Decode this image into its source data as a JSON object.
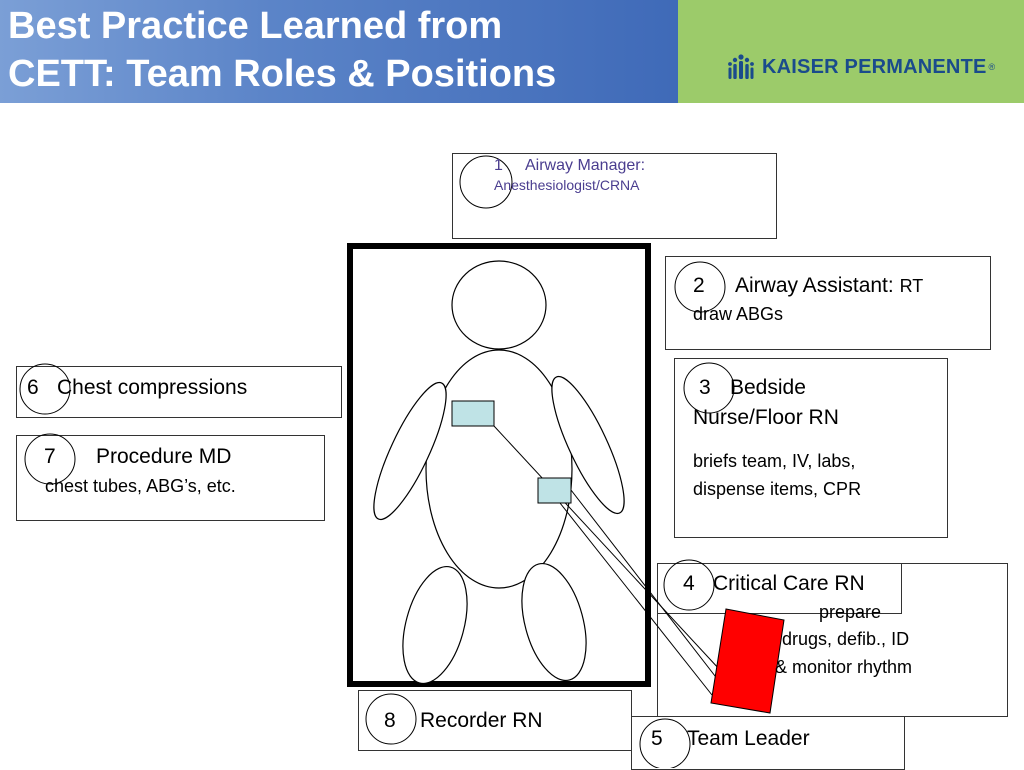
{
  "header": {
    "title_line1": "Best Practice Learned from",
    "title_line2": "CETT: Team Roles & Positions",
    "logo_text": "KAISER PERMANENTE",
    "logo_mark": "®"
  },
  "roles": {
    "r1": {
      "num": "1",
      "title": "Airway Manager:",
      "detail": "Anesthesiologist/CRNA"
    },
    "r2": {
      "num": "2",
      "title": "Airway Assistant:",
      "title_suffix": "RT",
      "detail": "draw ABGs"
    },
    "r3": {
      "num": "3",
      "title": "Bedside",
      "title2": "Nurse/Floor RN",
      "detail1": "briefs team, IV, labs,",
      "detail2": "dispense items, CPR"
    },
    "r4": {
      "num": "4",
      "title": "Critical Care RN",
      "detail1": "prepare",
      "detail2": "drugs, defib., ID",
      "detail3": "& monitor rhythm"
    },
    "r5": {
      "num": "5",
      "title": "Team Leader"
    },
    "r6": {
      "num": "6",
      "title": "Chest compressions"
    },
    "r7": {
      "num": "7",
      "title": "Procedure MD",
      "detail": "chest tubes, ABG’s, etc."
    },
    "r8": {
      "num": "8",
      "title": "Recorder RN"
    }
  },
  "colors": {
    "header_blue": "#5b84c8",
    "header_green": "#9ccb6a",
    "logo_blue": "#1a4b8c",
    "role1_text": "#4a3d8f",
    "pad_fill": "#bfe3e6",
    "device_red": "#ff0000"
  },
  "icons": {
    "logo": "kaiser-people-icon"
  }
}
